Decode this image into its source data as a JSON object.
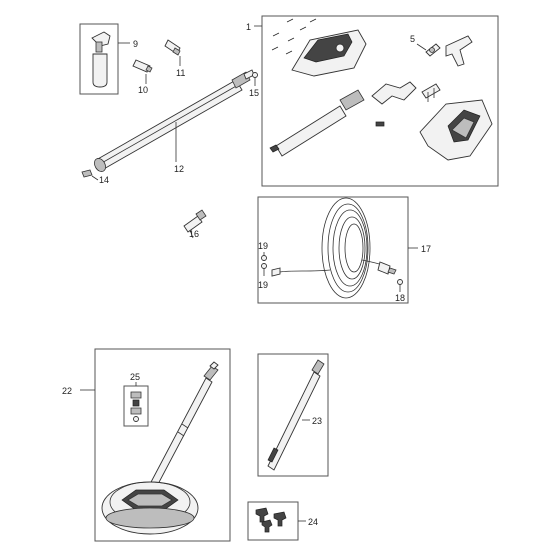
{
  "diagram": {
    "callouts": {
      "c1": "1",
      "c5": "5",
      "c9": "9",
      "c10": "10",
      "c11": "11",
      "c12": "12",
      "c14": "14",
      "c15": "15",
      "c16": "16",
      "c17": "17",
      "c18": "18",
      "c19a": "19",
      "c19b": "19",
      "c22": "22",
      "c23": "23",
      "c24": "24",
      "c25": "25"
    }
  }
}
